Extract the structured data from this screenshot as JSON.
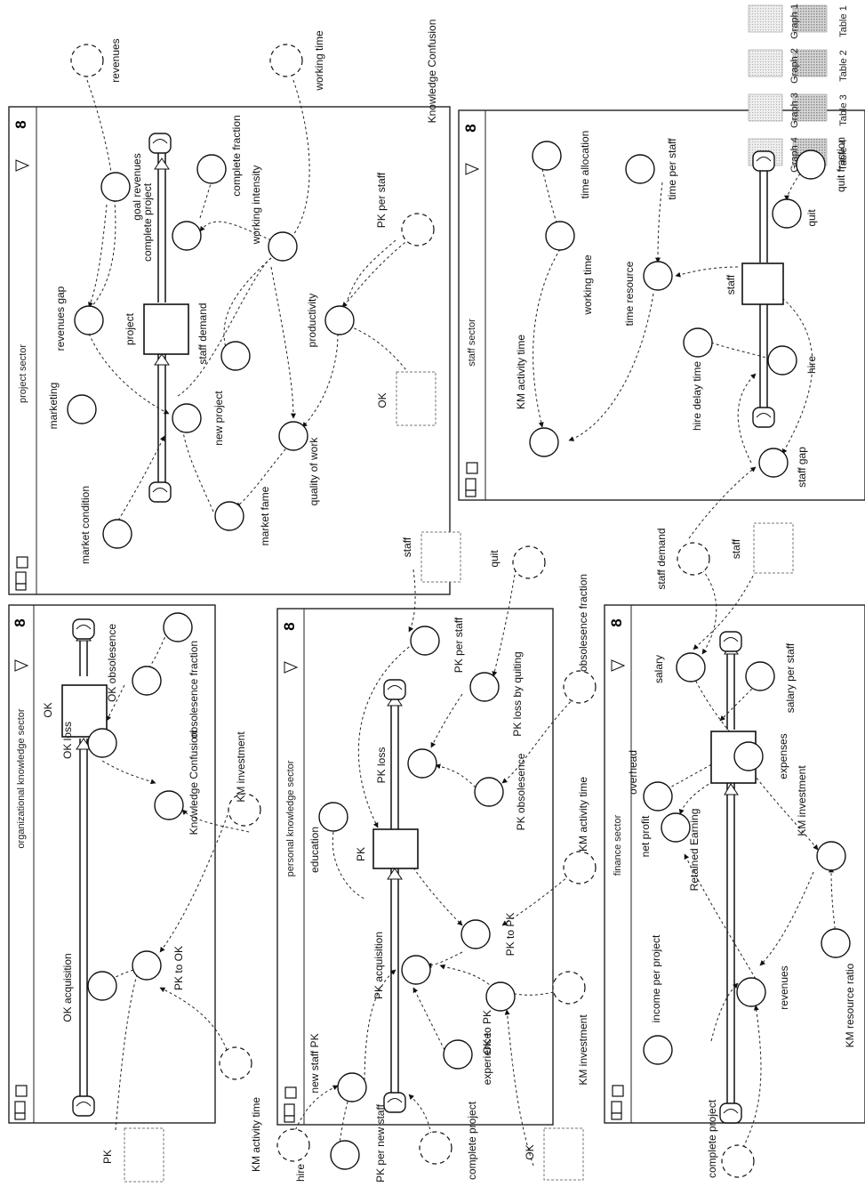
{
  "sectors": {
    "project": "project sector",
    "organizational": "organizational knowledge sector",
    "personal": "personal knowledge sector",
    "staff": "staff sector",
    "finance": "finance sector"
  },
  "legend": {
    "tables": [
      "Table 1",
      "Table 2",
      "Table 3",
      "Table 4"
    ],
    "graphs": [
      "Graph 1",
      "Graph 2",
      "Graph 3",
      "Graph 4"
    ]
  },
  "labels": {
    "revenues_ghost": "revenues",
    "working_time_ghost": "working time",
    "knowledge_confusion_ghost": "Knowledge Confusion",
    "goal_revenues": "goal revenues",
    "revenues_gap": "revenues gap",
    "marketing": "marketing",
    "complete_project": "complete project",
    "complete_fraction": "complete fraction",
    "working_intensity": "working intensity",
    "project_stock": "project",
    "staff_demand": "staff demand",
    "productivity": "productivity",
    "pk_per_staff_ghost": "PK per staff",
    "new_project": "new project",
    "market_condition": "market condition",
    "market_fame": "market fame",
    "quality_of_work": "quality of work",
    "ok_box": "OK",
    "time_allocation": "time allocation",
    "time_per_staff": "time per staff",
    "quit_fraction": "quit fraction",
    "quit": "quit",
    "working_time": "working time",
    "time_resource": "time resource",
    "staff_stock": "staff",
    "km_activity_time": "KM activity time",
    "hire_delay_time": "hire delay time",
    "hire": "hire",
    "staff_gap": "staff gap",
    "staff_demand_ghost": "staff demand",
    "staff_box_fin": "staff",
    "staff_box_pk": "staff",
    "quit_ghost": "quit",
    "ok_obsolesence": "OK obsolesence",
    "ok_loss": "OK loss",
    "ok_stock": "OK",
    "knowledge_confusion": "Knowledge Confusion",
    "obsolesence_fraction": "obsolesence fraction",
    "km_investment_ok": "KM investment",
    "ok_acquisition": "OK acquisition",
    "pk_to_ok": "PK to OK",
    "pk_box": "PK",
    "km_activity_time_ghost": "KM activity time",
    "pk_per_staff": "PK per staff",
    "pk_loss_by_quiting": "PK loss by quiting",
    "obsolesence_fraction_ghost": "obsolesence fraction",
    "pk_loss": "PK loss",
    "pk_obsolesence": "PK obsolesence",
    "km_activity_time_pk": "KM activity time",
    "education": "education",
    "pk_stock": "PK",
    "pk_to_pk": "PK to PK",
    "new_staff_pk": "new staff PK",
    "pk_acquisition": "PK acquisition",
    "ok_to_pk": "OK to PK",
    "experience": "experience",
    "km_investment_pk": "KM investment",
    "hire_ghost": "hire",
    "pk_per_new_staff": "PK per new staff",
    "complete_project_ghost_pk": "complete project",
    "ok_box_pk": "OK",
    "salary": "salary",
    "salary_per_staff": "salary per staff",
    "overhead": "overhead",
    "expenses": "expenses",
    "net_profit": "net profit",
    "retained_earning": "Retained Earning",
    "km_investment_fin": "KM investment",
    "income_per_project": "income per project",
    "revenues": "revenues",
    "km_resource_ratio": "KM resource ratio",
    "complete_project_ghost_fin": "complete project"
  }
}
